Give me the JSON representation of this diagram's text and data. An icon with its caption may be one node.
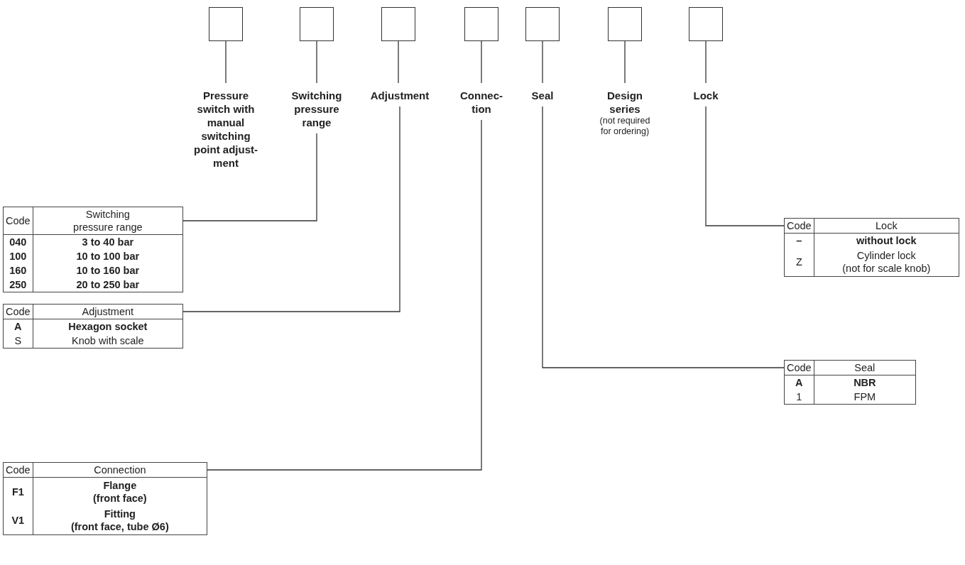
{
  "diagram": {
    "nodes": [
      {
        "text": [],
        "shape": "box"
      },
      {
        "text": [],
        "shape": "box"
      },
      {
        "text": [],
        "shape": "box"
      },
      {
        "text": [],
        "shape": "box"
      },
      {
        "text": [],
        "shape": "box"
      },
      {
        "text": [],
        "shape": "box"
      },
      {
        "text": [],
        "shape": "box"
      },
      {
        "text": [
          "Pressure switch with manual switching point adjust-ment"
        ]
      },
      {
        "text": [
          "Switching pressure range"
        ]
      },
      {
        "text": [
          "Adjustment"
        ]
      },
      {
        "text": [
          "Connec-tion"
        ]
      },
      {
        "text": [
          "Seal"
        ]
      },
      {
        "text": [
          "Design series",
          "(not required for ordering)"
        ]
      },
      {
        "text": [
          "Lock"
        ]
      },
      {
        "text": [
          "Code",
          "Switching pressure range",
          "040",
          "3 to 40 bar",
          "100",
          "10 to 100 bar",
          "160",
          "10 to 160 bar",
          "250",
          "20 to 250 bar"
        ]
      },
      {
        "text": [
          "Code",
          "Lock",
          "–",
          "without lock",
          "Z",
          "Cylinder lock (not for scale knob)"
        ]
      },
      {
        "text": [
          "Code",
          "Adjustment",
          "A",
          "Hexagon socket",
          "S",
          "Knob with scale"
        ]
      },
      {
        "text": [
          "Code",
          "Seal",
          "A",
          "NBR",
          "1",
          "FPM"
        ]
      },
      {
        "text": [
          "Code",
          "Connection",
          "F1",
          "Flange (front face)",
          "V1",
          "Fitting (front face, tube Ø6)"
        ]
      }
    ],
    "edges": [
      {
        "from": 0,
        "to": 7,
        "arrow": "none"
      },
      {
        "from": 1,
        "to": 8,
        "arrow": "none"
      },
      {
        "from": 2,
        "to": 9,
        "arrow": "none"
      },
      {
        "from": 3,
        "to": 10,
        "arrow": "none"
      },
      {
        "from": 4,
        "to": 11,
        "arrow": "none"
      },
      {
        "from": 5,
        "to": 12,
        "arrow": "none"
      },
      {
        "from": 6,
        "to": 13,
        "arrow": "none"
      },
      {
        "from": 8,
        "to": 14,
        "arrow": "none"
      },
      {
        "from": 13,
        "to": 15,
        "arrow": "none"
      },
      {
        "from": 9,
        "to": 16,
        "arrow": "none"
      },
      {
        "from": 11,
        "to": 17,
        "arrow": "none"
      },
      {
        "from": 10,
        "to": 18,
        "arrow": "none"
      }
    ]
  }
}
